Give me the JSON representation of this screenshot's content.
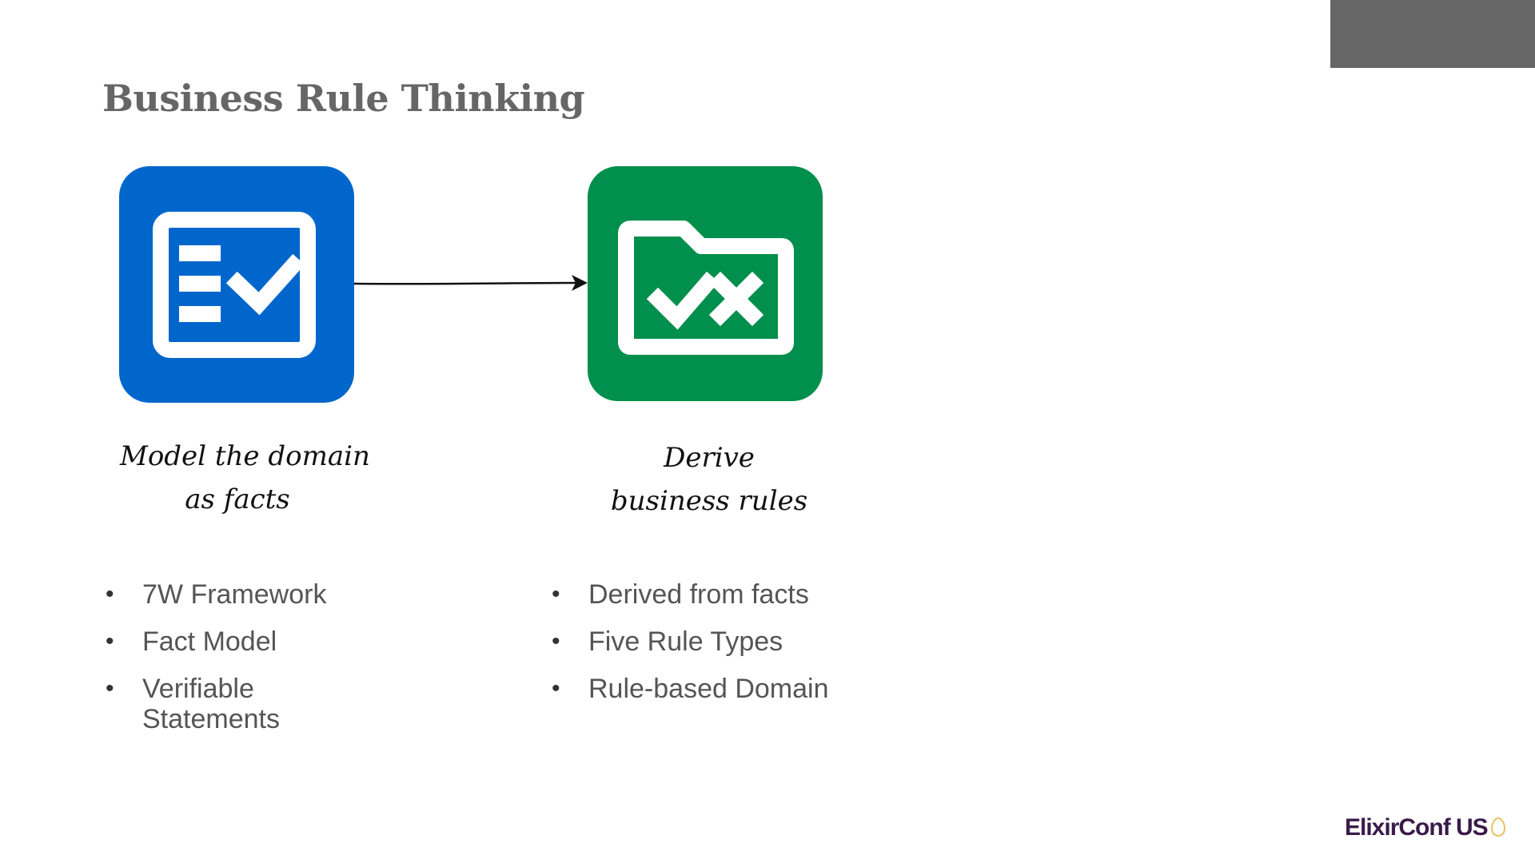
{
  "slide": {
    "title": "Business Rule Thinking"
  },
  "left": {
    "icon": "checklist-icon",
    "tile_color": "#0066cc",
    "caption_line1": "Model the domain",
    "caption_line2": "as facts",
    "bullets": [
      "7W Framework",
      "Fact Model",
      "Verifiable Statements"
    ]
  },
  "right": {
    "icon": "folder-check-cross-icon",
    "tile_color": "#008f4c",
    "caption_line1": "Derive",
    "caption_line2": "business rules",
    "bullets": [
      "Derived from facts",
      "Five Rule Types",
      "Rule-based Domain"
    ]
  },
  "connector": {
    "icon": "arrow-right-icon"
  },
  "footer": {
    "logo_text": "ElixirConf US",
    "logo_icon": "elixir-drop-icon"
  },
  "colors": {
    "title": "#666666",
    "corner_block": "#666666",
    "logo": "#3a1a4a"
  }
}
